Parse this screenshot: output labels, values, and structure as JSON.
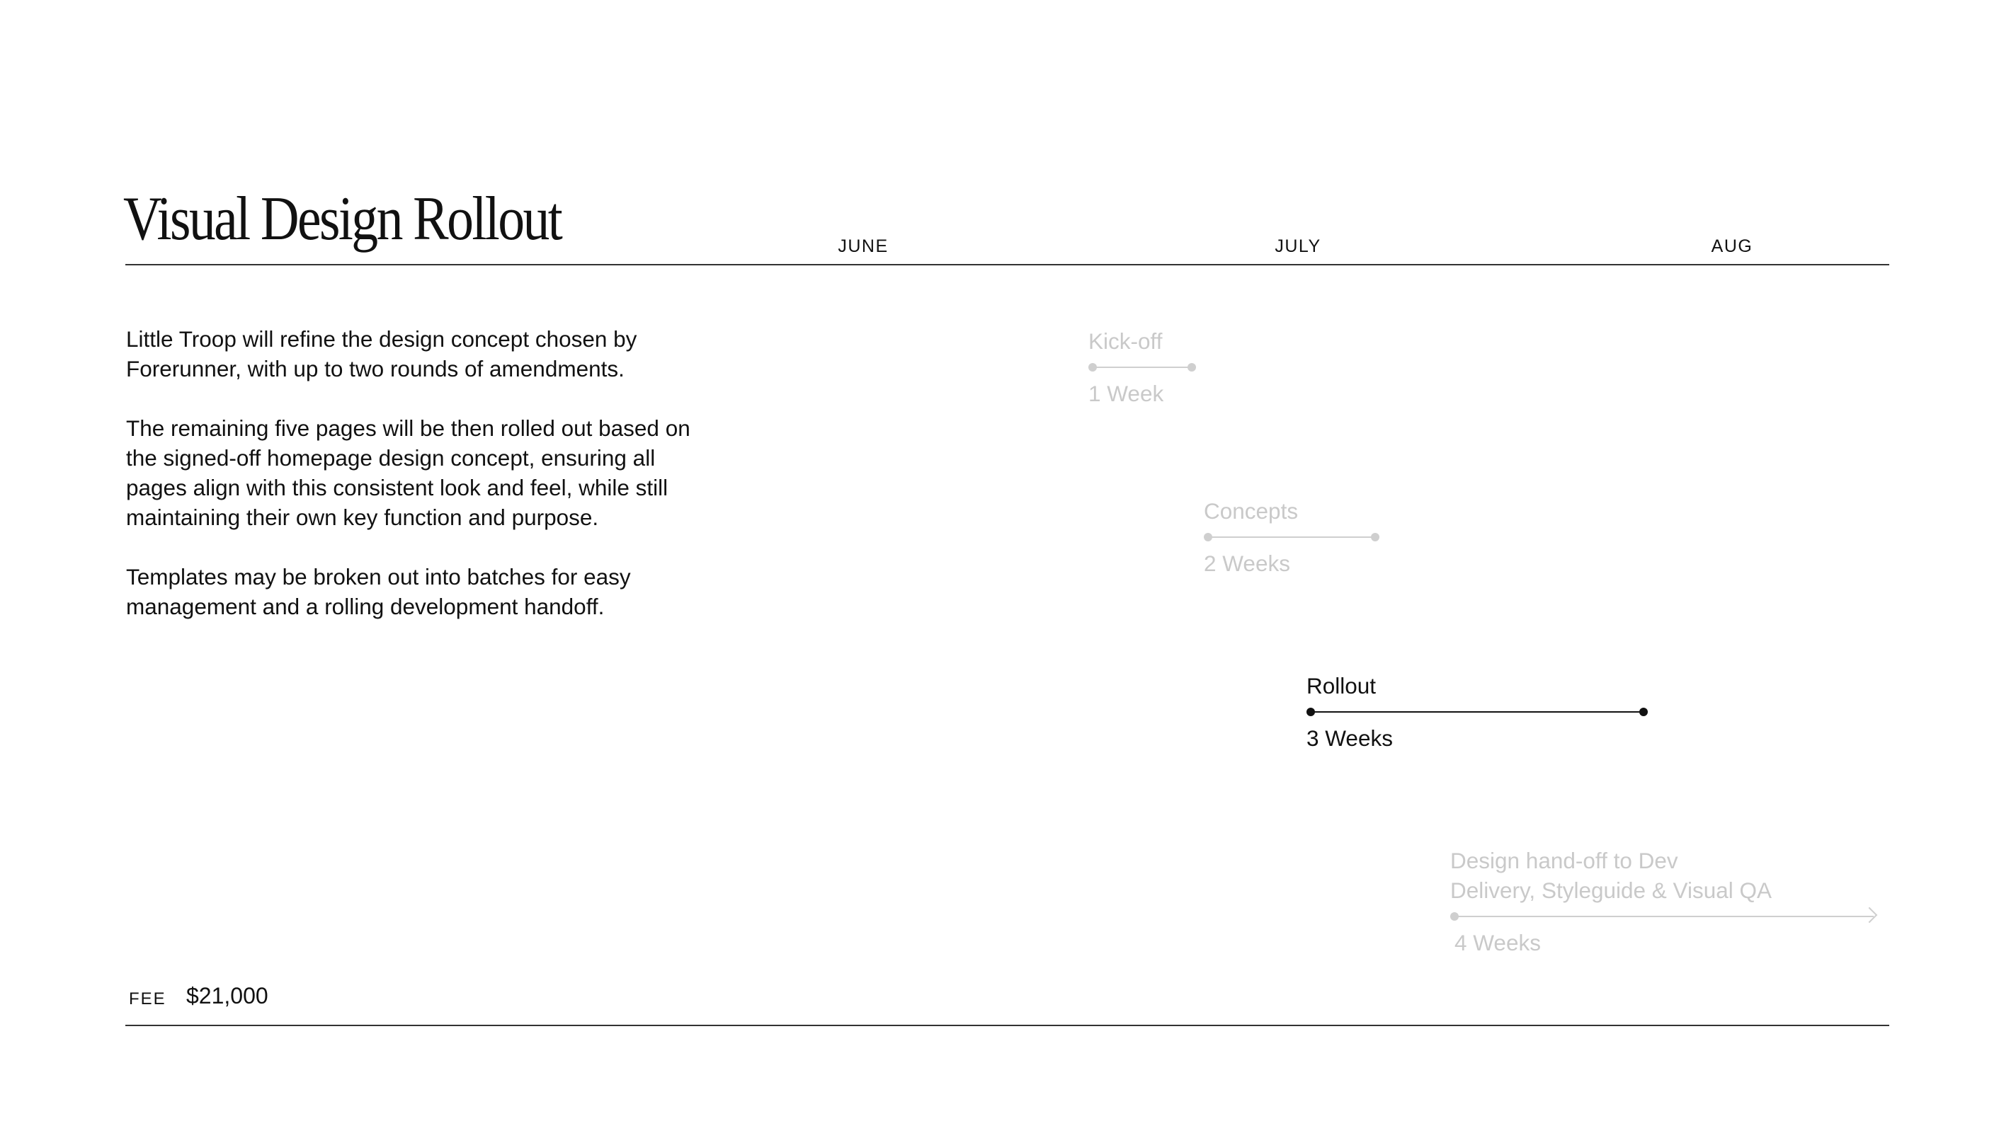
{
  "title": "Visual Design Rollout",
  "months": [
    "JUNE",
    "JULY",
    "AUG"
  ],
  "description": [
    "Little Troop will refine the design concept chosen by Forerunner, with up to two rounds of amendments.",
    "The remaining five pages will be then rolled out based on the signed-off homepage design concept, ensuring all pages align with this consistent look and feel, while still maintaining their own key function and purpose.",
    "Templates may be broken out into batches for easy management and a rolling development handoff."
  ],
  "phases": [
    {
      "label": "Kick-off",
      "duration": "1 Week",
      "state": "muted"
    },
    {
      "label": "Concepts",
      "duration": "2 Weeks",
      "state": "muted"
    },
    {
      "label": "Rollout",
      "duration": "3 Weeks",
      "state": "active"
    },
    {
      "label_line1": "Design hand-off to Dev",
      "label_line2": "Delivery, Styleguide & Visual QA",
      "duration": "4 Weeks",
      "state": "muted",
      "end": "arrow"
    }
  ],
  "fee": {
    "label": "FEE",
    "value": "$21,000"
  },
  "colors": {
    "text": "#111111",
    "muted": "#c9c9c9",
    "rule": "#333333",
    "background": "#ffffff"
  }
}
